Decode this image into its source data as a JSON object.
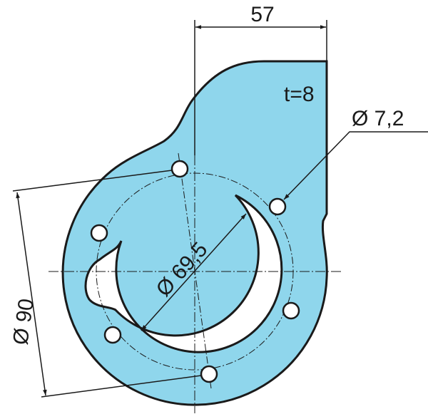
{
  "labels": {
    "width_dim": "57",
    "thickness": "t=8",
    "hole_dia": "Ø 7,2",
    "bolt_circle_dia": "Ø 90",
    "bore_dia": "Ø 69,5"
  },
  "colors": {
    "plate_fill": "#8fd6ec",
    "line": "#1a1a1a"
  }
}
